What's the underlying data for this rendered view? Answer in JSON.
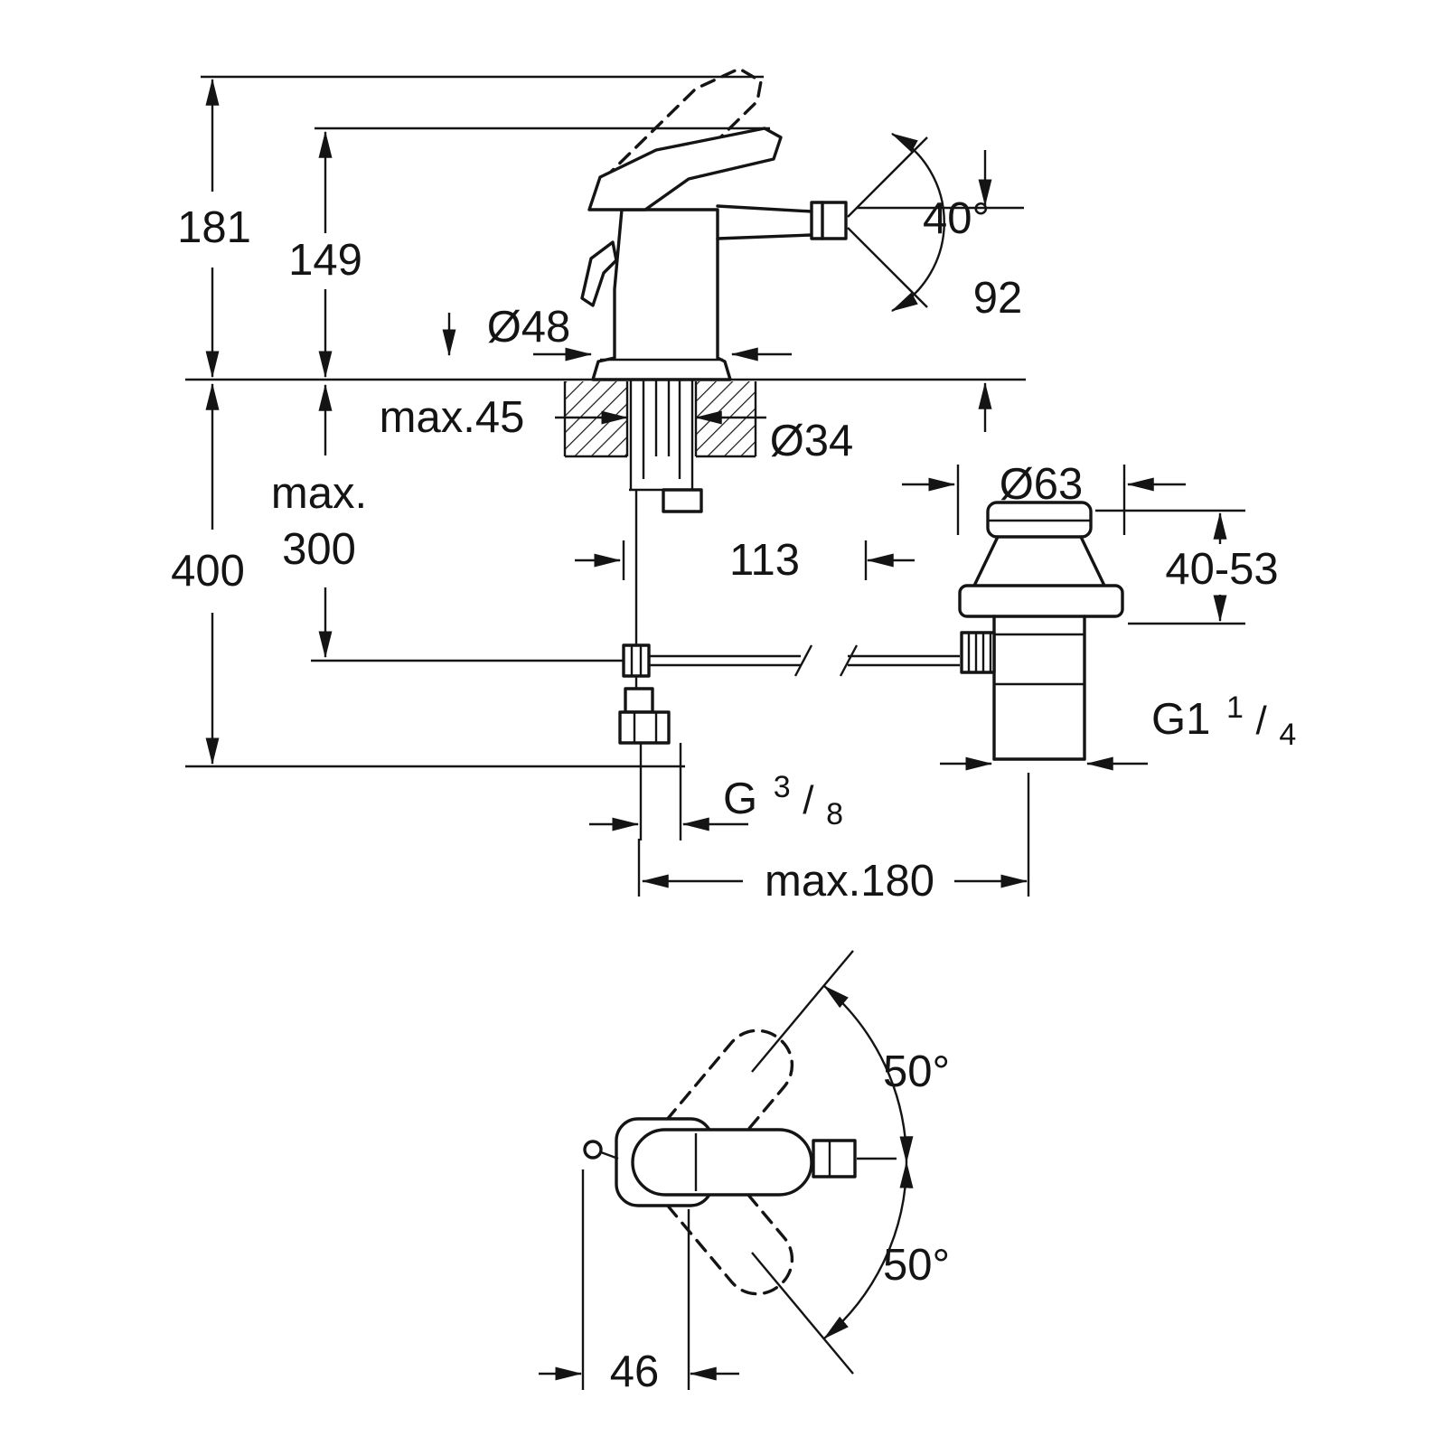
{
  "colors": {
    "line": "#141414",
    "background": "#ffffff"
  },
  "labels": {
    "height_total": "181",
    "height_handle": "149",
    "dia_base": "Ø48",
    "deck_max": "max.45",
    "dia_hole": "Ø34",
    "depth_max_1": "max.",
    "depth_max_2": "300",
    "height_below": "400",
    "offset_113": "113",
    "spout_angle": "40°",
    "spout_height": "92",
    "dia_waste_flange": "Ø63",
    "waste_range": "40-53",
    "thread_waste_prefix": "G1",
    "thread_waste_sup": "1",
    "thread_waste_slash": "/",
    "thread_waste_sub": "4",
    "thread_supply_prefix": "G",
    "thread_supply_sup": "3",
    "thread_supply_slash": "/",
    "thread_supply_sub": "8",
    "reach_max": "max.180",
    "handle_angle_up": "50°",
    "handle_angle_down": "50°",
    "handle_offset": "46"
  }
}
